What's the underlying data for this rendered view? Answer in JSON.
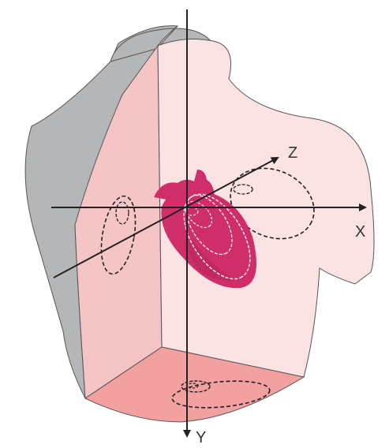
{
  "diagram": {
    "axes": {
      "x_label": "X",
      "y_label": "Y",
      "z_label": "Z"
    },
    "colors": {
      "back_side": "#b5b6b8",
      "torso_front": "#fbe3e3",
      "torso_side": "#f5c4c4",
      "floor": "#f3a0a0",
      "heart": "#d02e6a",
      "heart_dark": "#b9245c",
      "outline": "#222222",
      "loop_stroke": "#222222"
    }
  }
}
